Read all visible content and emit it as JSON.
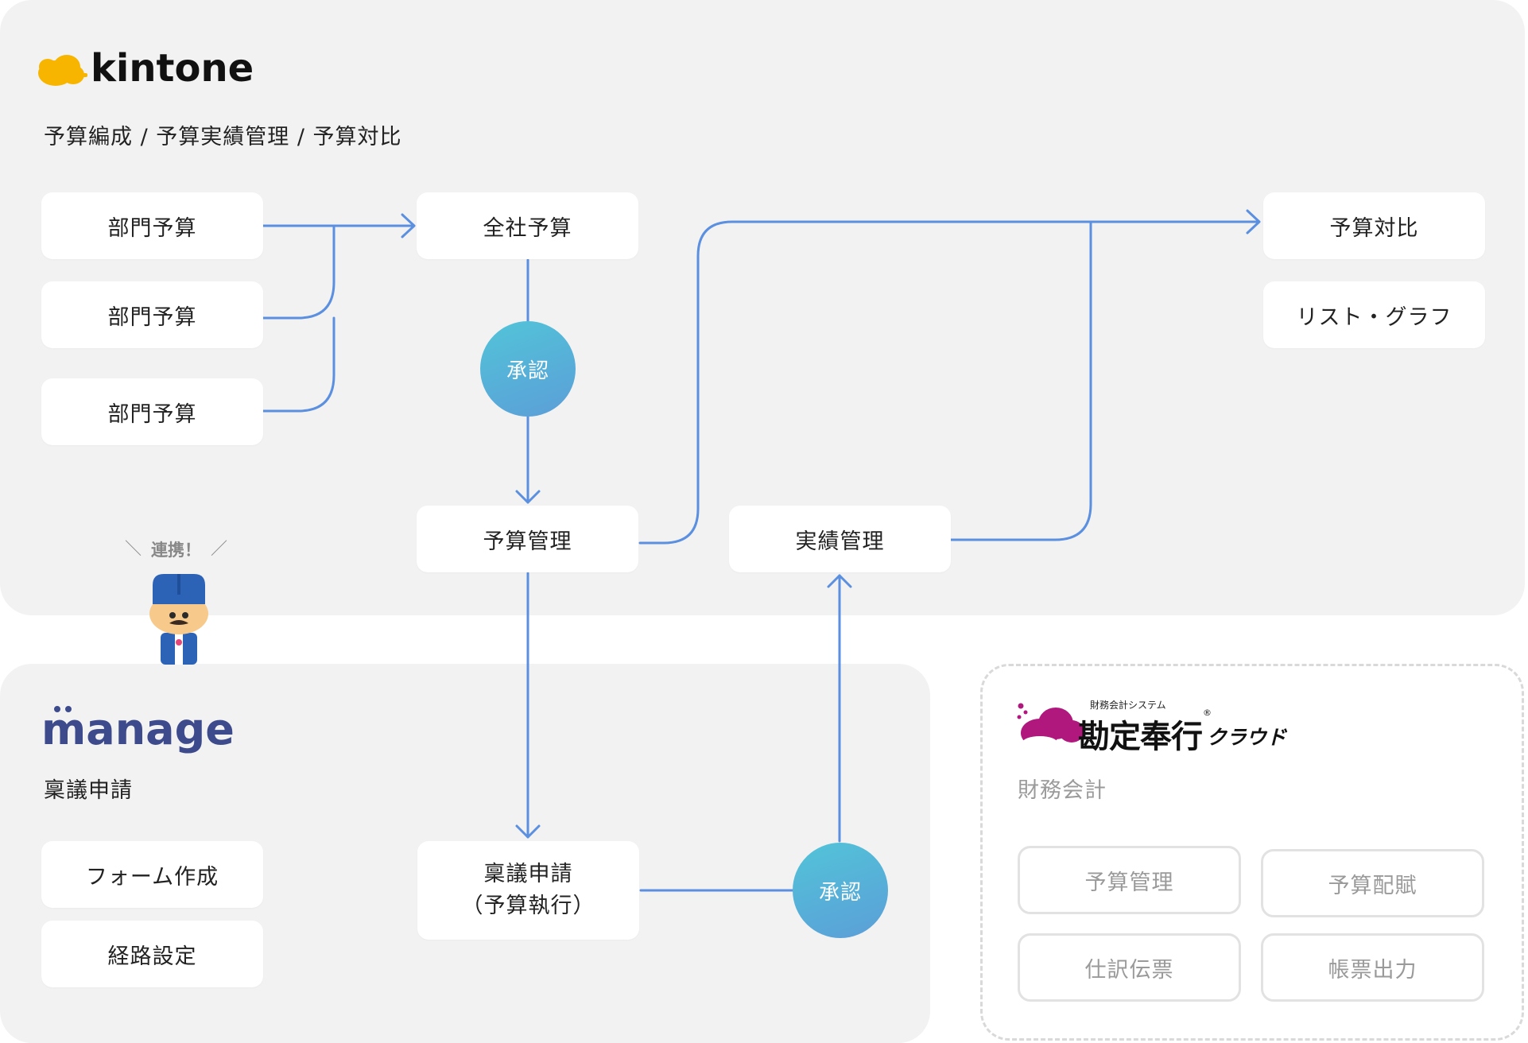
{
  "kintone": {
    "logo_text": "kintone",
    "subtitle": "予算編成 / 予算実績管理 / 予算対比",
    "dept_budget_1": "部門予算",
    "dept_budget_2": "部門予算",
    "dept_budget_3": "部門予算",
    "company_budget": "全社予算",
    "approval": "承認",
    "budget_management": "予算管理",
    "actual_management": "実績管理",
    "budget_comparison": "予算対比",
    "list_graph": "リスト・グラフ"
  },
  "mascot": {
    "callout": "連携！"
  },
  "manage": {
    "logo_text": "manage",
    "subtitle": "稟議申請",
    "form_creation": "フォーム作成",
    "route_setting": "経路設定",
    "request_line1": "稟議申請",
    "request_line2": "（予算執行）",
    "approval": "承認"
  },
  "obc": {
    "logo_small": "財務会計システム",
    "logo_main": "勘定奉行",
    "logo_cloud": "クラウド",
    "subtitle": "財務会計",
    "budget_management": "予算管理",
    "budget_allocation": "予算配賦",
    "journal_slip": "仕訳伝票",
    "report_output": "帳票出力"
  },
  "colors": {
    "panel_bg": "#f2f2f2",
    "line": "#5b8fe0",
    "kintone_yellow": "#f7b500",
    "manage_navy": "#3d4a8c",
    "obc_magenta": "#b0187d"
  }
}
